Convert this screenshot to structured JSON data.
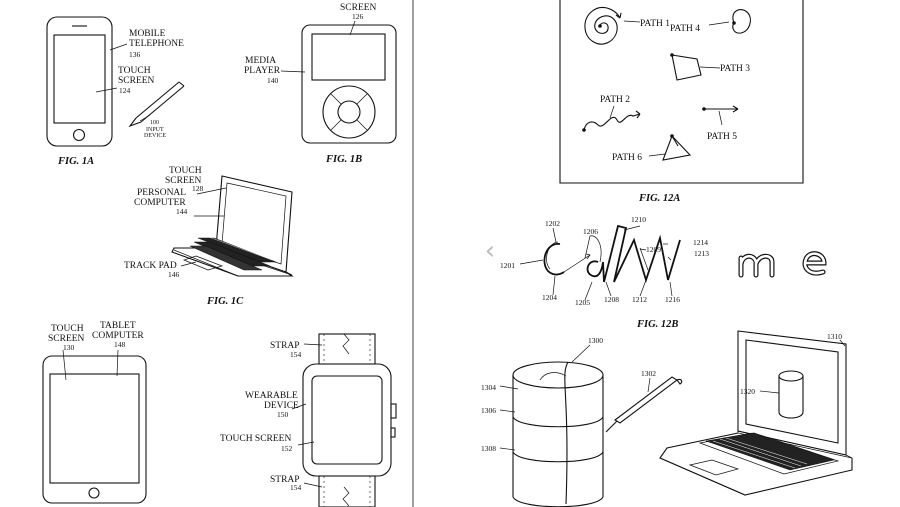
{
  "left": {
    "fig1a": {
      "caption": "FIG. 1A",
      "label_mobile": "MOBILE",
      "label_telephone": "TELEPHONE",
      "ref_136": "136",
      "label_touch": "TOUCH",
      "label_screen": "SCREEN",
      "ref_124": "124",
      "ref_100": "100",
      "label_input": "INPUT",
      "label_device": "DEVICE"
    },
    "fig1b": {
      "caption": "FIG. 1B",
      "label_screen": "SCREEN",
      "ref_126": "126",
      "label_media": "MEDIA",
      "label_player": "PLAYER",
      "ref_140": "140"
    },
    "fig1c": {
      "caption": "FIG. 1C",
      "label_touch": "TOUCH",
      "label_screen": "SCREEN",
      "ref_128": "128",
      "label_personal": "PERSONAL",
      "label_computer": "COMPUTER",
      "ref_144": "144",
      "label_trackpad": "TRACK PAD",
      "ref_146": "146"
    },
    "fig1d": {
      "label_touch": "TOUCH",
      "label_screen": "SCREEN",
      "ref_130": "130",
      "label_tablet": "TABLET",
      "label_computer": "COMPUTER",
      "ref_148": "148"
    },
    "fig1e": {
      "label_strap_top": "STRAP",
      "ref_154_top": "154",
      "label_wearable": "WEARABLE",
      "label_device": "DEVICE",
      "ref_150": "150",
      "label_touchscreen": "TOUCH SCREEN",
      "ref_152": "152",
      "label_strap_bottom": "STRAP",
      "ref_154_bottom": "154"
    }
  },
  "right": {
    "fig12a": {
      "caption": "FIG. 12A",
      "path1": "PATH 1",
      "path2": "PATH 2",
      "path3": "PATH 3",
      "path4": "PATH 4",
      "path5": "PATH 5",
      "path6": "PATH 6"
    },
    "fig12b": {
      "caption": "FIG. 12B",
      "r1201": "1201",
      "r1202": "1202",
      "r1204": "1204",
      "r1205": "1205",
      "r1206": "1206",
      "r1208": "1208",
      "r1209": "1209",
      "r1210": "1210",
      "r1212": "1212",
      "r1213": "1213",
      "r1214": "1214",
      "r1216": "1216"
    },
    "fig13": {
      "r1300": "1300",
      "r1302": "1302",
      "r1304": "1304",
      "r1306": "1306",
      "r1308": "1308",
      "r1310": "1310",
      "r1320": "1320"
    }
  },
  "nav": {
    "prev_glyph": "‹"
  }
}
